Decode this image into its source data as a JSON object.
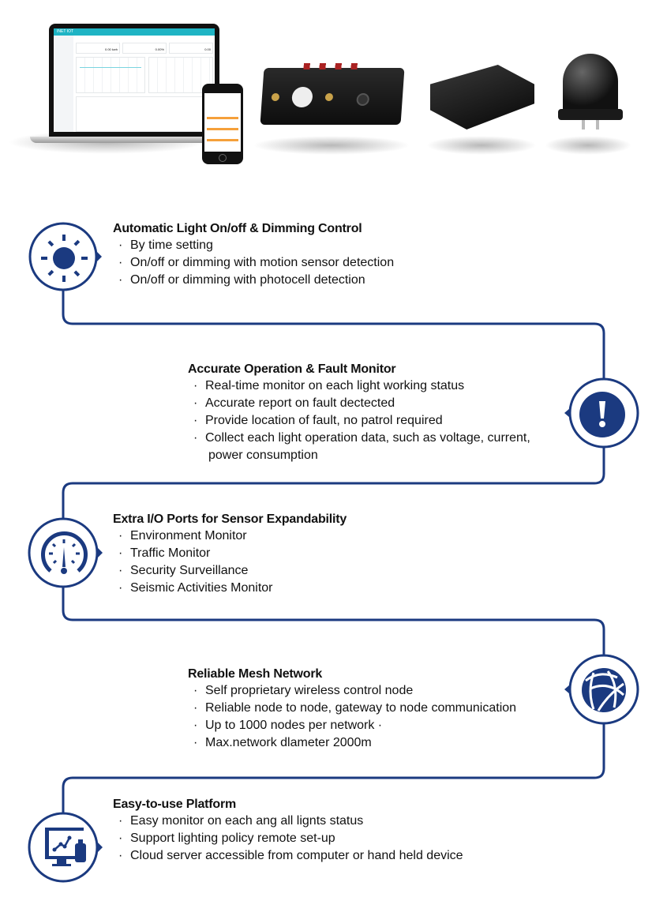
{
  "colors": {
    "accent": "#1b3a80",
    "screen_header": "#1fb4c4"
  },
  "devices": {
    "laptop": {
      "brand": "INET IOT",
      "values": [
        "0.00 kwh",
        "0.00%",
        "0.00"
      ]
    },
    "phone": {},
    "node_box": {},
    "gateway": {},
    "photocell": {}
  },
  "features": [
    {
      "icon": "sun-icon",
      "title": "Automatic Light On/off & Dimming Control",
      "items": [
        "By time setting",
        "On/off or dimming with motion sensor detection",
        "On/off or dimming with photocell detection"
      ]
    },
    {
      "icon": "alert-icon",
      "title": "Accurate Operation & Fault Monitor",
      "items": [
        "Real-time monitor on each light working status",
        "Accurate report on fault dectected",
        "Provide location of fault, no patrol required",
        "Collect each light operation data, such as voltage, current,"
      ],
      "continuation": "power  consumption"
    },
    {
      "icon": "gauge-icon",
      "title": "Extra I/O Ports for Sensor Expandability",
      "items": [
        "Environment Monitor",
        "Traffic Monitor",
        "Security Surveillance",
        "Seismic Activities Monitor"
      ]
    },
    {
      "icon": "mesh-network-icon",
      "title": "Reliable Mesh Network",
      "items": [
        "Self proprietary wireless control node",
        "Reliable node to node, gateway to node communication",
        "Up to 1000 nodes per network ·",
        "Max.network dlameter 2000m"
      ]
    },
    {
      "icon": "platform-monitor-icon",
      "title": "Easy-to-use Platform",
      "items": [
        "Easy monitor on each ang all lignts status",
        "Support lighting policy remote set-up",
        "Cloud server accessible from computer or hand held device"
      ]
    }
  ]
}
